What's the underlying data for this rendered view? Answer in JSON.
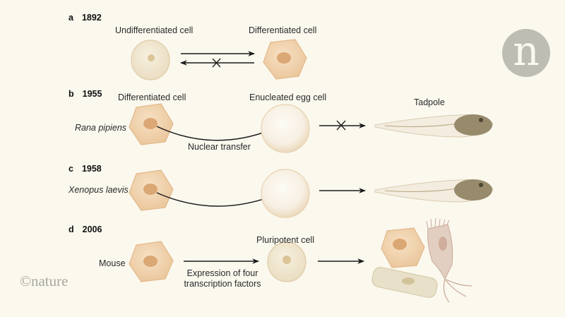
{
  "panels": [
    {
      "letter": "a",
      "year": "1892",
      "labels": {
        "left": "Undifferentiated cell",
        "right": "Differentiated cell"
      }
    },
    {
      "letter": "b",
      "year": "1955",
      "species": "Rana pipiens",
      "labels": {
        "donor": "Differentiated cell",
        "recipient": "Enucleated egg cell",
        "process": "Nuclear transfer",
        "result": "Tadpole"
      }
    },
    {
      "letter": "c",
      "year": "1958",
      "species": "Xenopus laevis"
    },
    {
      "letter": "d",
      "year": "2006",
      "species": "Mouse",
      "labels": {
        "result": "Pluripotent cell",
        "process_line1": "Expression of four",
        "process_line2": "transcription factors"
      }
    }
  ],
  "branding": {
    "logo_letter": "n",
    "watermark": "©nature"
  },
  "colors": {
    "background": "#fbf8ee",
    "diff_cell": "#f0cfa8",
    "undiff_cell": "#efe4cc",
    "egg_cell": "#f6ede0",
    "nucleus": "#d9a874",
    "logo_circle": "#bebdb4"
  }
}
